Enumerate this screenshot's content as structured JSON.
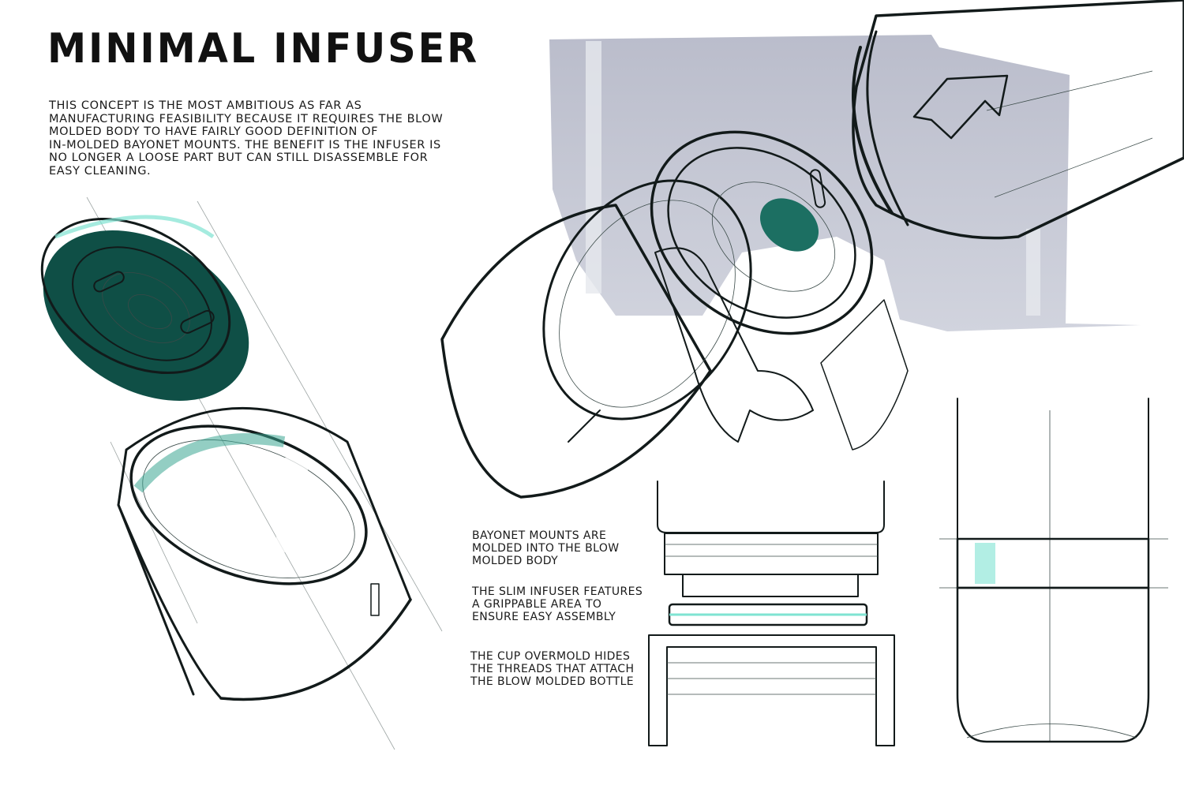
{
  "title": "MINIMAL INFUSER",
  "intro": "THIS CONCEPT IS THE MOST AMBITIOUS AS FAR AS\nMANUFACTURING FEASIBILITY BECAUSE IT REQUIRES THE BLOW\nMOLDED BODY TO  HAVE FAIRLY GOOD DEFINITION OF\nIN-MOLDED BAYONET MOUNTS. THE BENEFIT IS THE INFUSER IS\nNO LONGER A LOOSE PART BUT CAN STILL DISASSEMBLE FOR\nEASY CLEANING.",
  "notes": [
    "BAYONET MOUNTS ARE\nMOLDED INTO THE BLOW\nMOLDED BODY",
    "THE SLIM INFUSER FEATURES\nA GRIPPABLE AREA TO\nENSURE EASY ASSEMBLY",
    "THE CUP OVERMOLD HIDES\nTHE THREADS THAT ATTACH\nTHE BLOW MOLDED BOTTLE"
  ],
  "colors": {
    "teal_dark": "#1e7d6e",
    "teal_light": "#7fe3d2",
    "teal_pale": "#c4f3ea",
    "gray_marker": "#b9bccb",
    "arrow_yellow": "#f4c63d",
    "ink": "#121a1a"
  }
}
